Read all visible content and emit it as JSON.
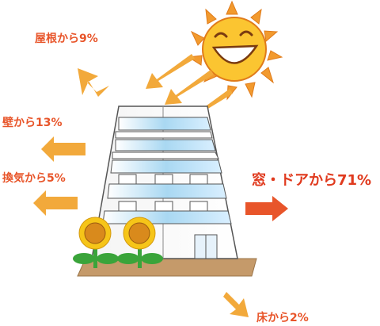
{
  "labels": {
    "roof": "屋根から9%",
    "wall": "壁から13%",
    "ventilation": "換気から5%",
    "window_door": "窓・ドアから71%",
    "floor": "床から2%"
  },
  "colors": {
    "label": "#e8552a",
    "label_main": "#e03a1e",
    "arrow_orange": "#f2a93b",
    "arrow_red": "#e8552a",
    "sun_face": "#fbc531",
    "sun_rays": "#f29a2e",
    "glass": "#a9d8f2",
    "ground": "#c59a6a",
    "sunflower_petal": "#f6c518",
    "sunflower_center": "#d98a1c",
    "leaf": "#3aa43a"
  }
}
